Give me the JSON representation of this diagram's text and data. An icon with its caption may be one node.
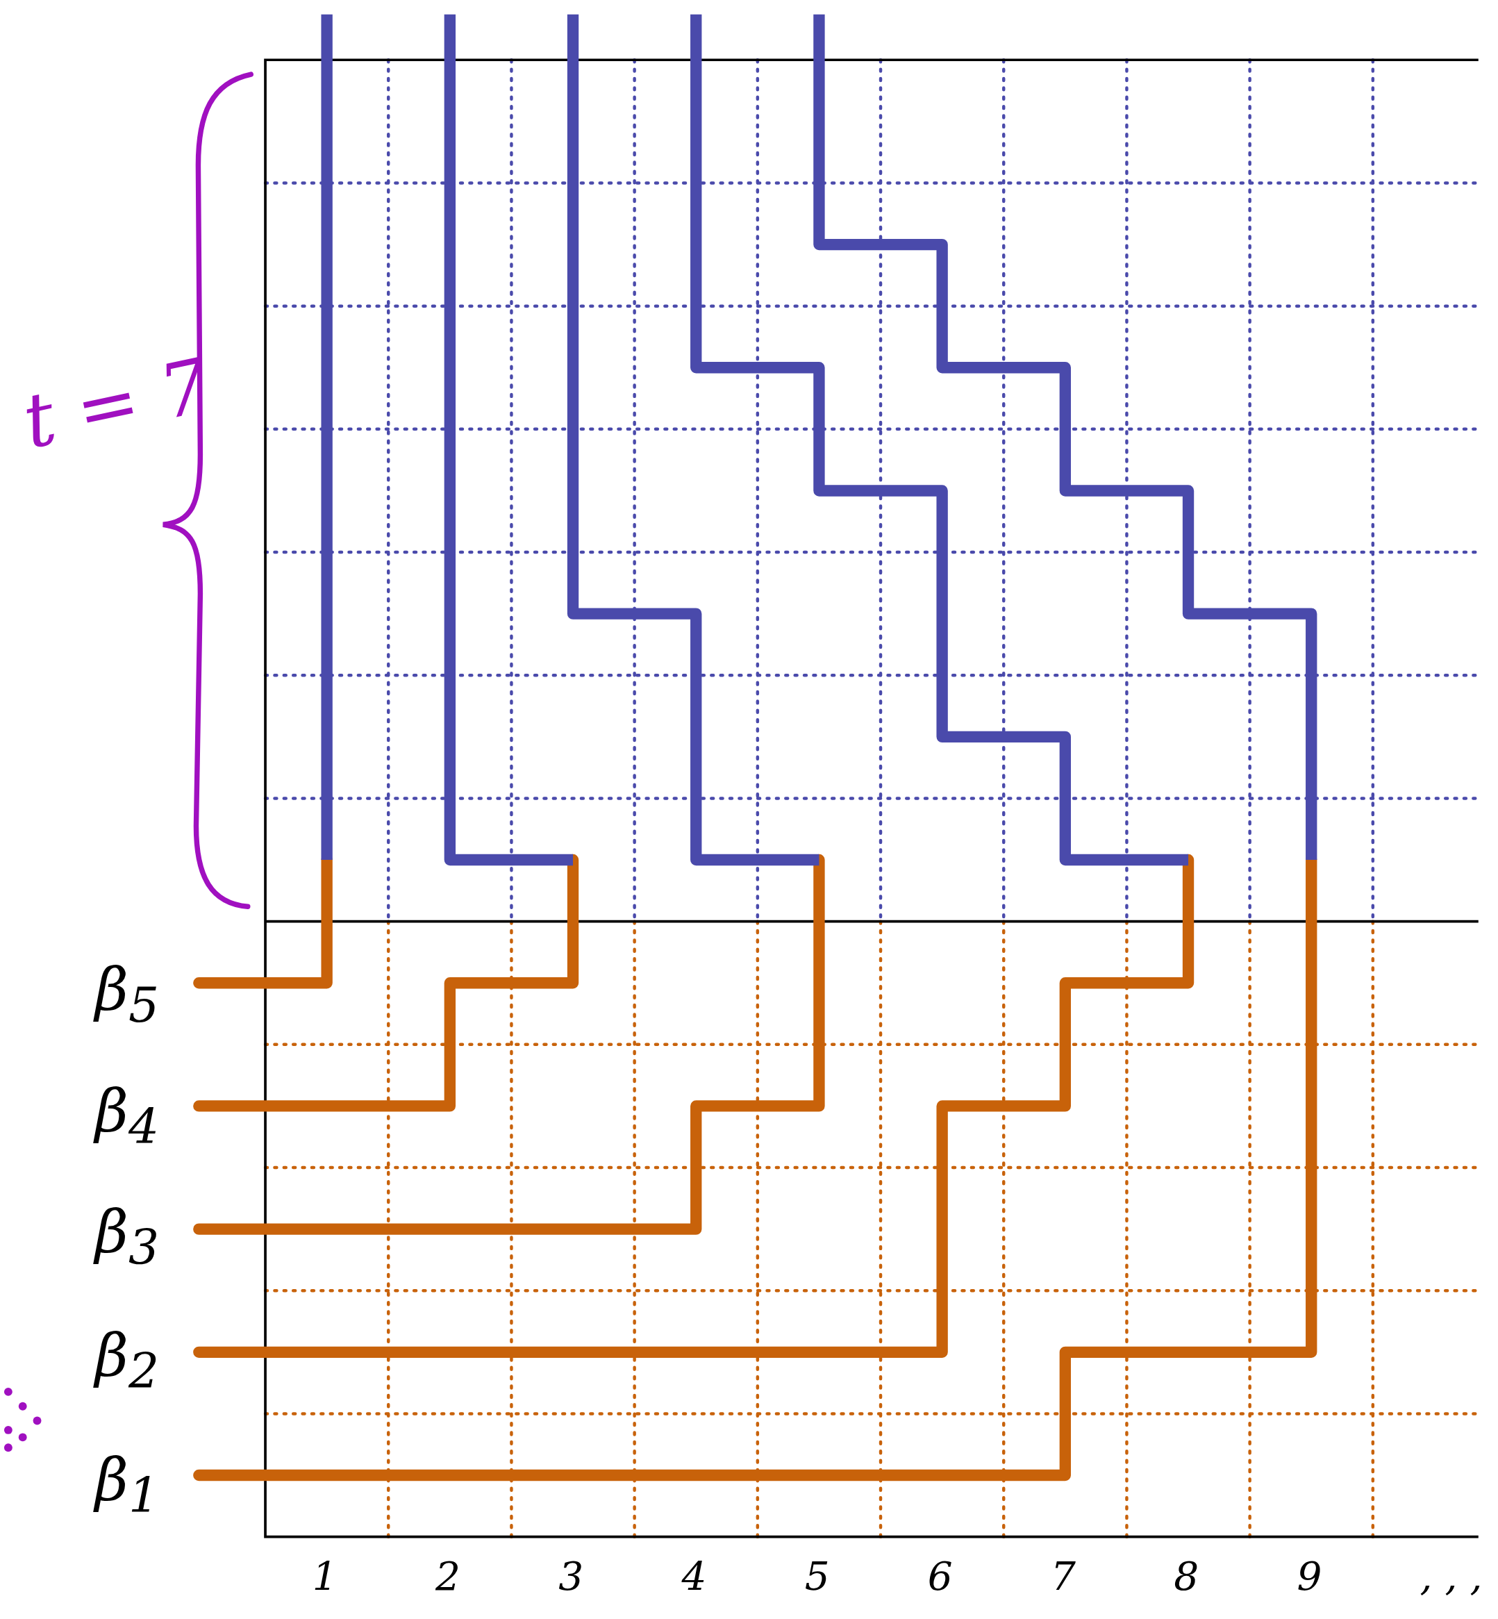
{
  "diagram": {
    "labels": [
      "t = 7",
      "β$_{5}$",
      "β$_{4}$",
      "β$_{3}$",
      "β$_{2}$",
      "β$_{1}$",
      "1",
      "2",
      "3",
      "4",
      "5",
      "6",
      "7",
      "8",
      "9",
      ", , ,"
    ]
  }
}
